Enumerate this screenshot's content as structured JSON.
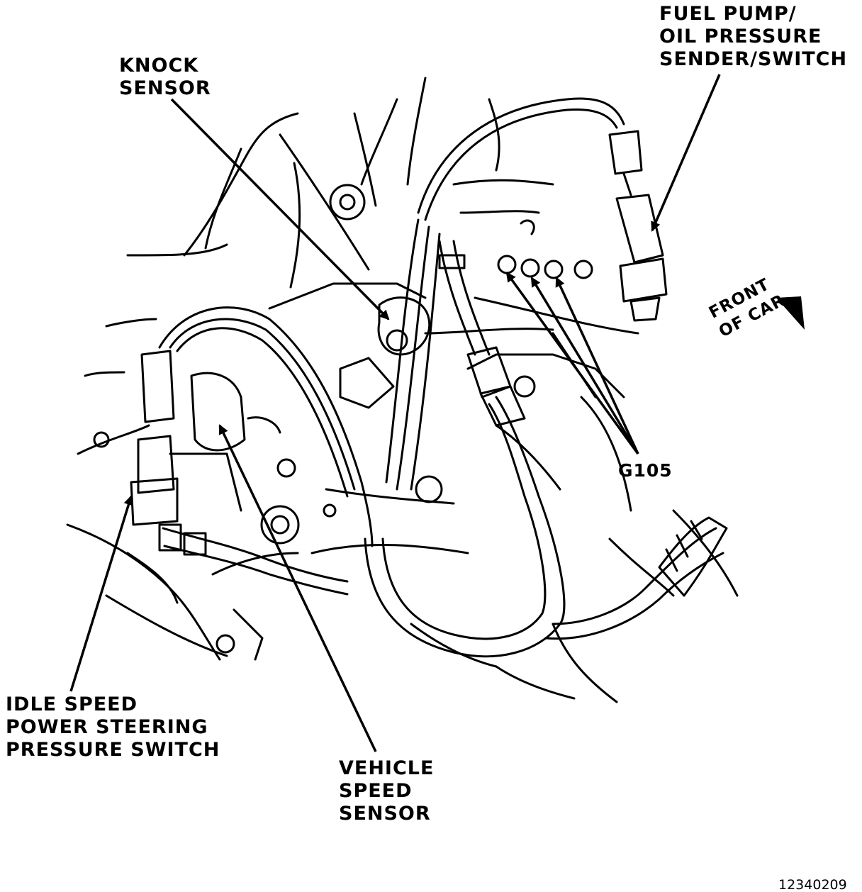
{
  "labels": {
    "knock_sensor": [
      "KNOCK",
      "SENSOR"
    ],
    "fuel_pump": [
      "FUEL PUMP/",
      "OIL PRESSURE",
      "SENDER/SWITCH"
    ],
    "idle_speed": [
      "IDLE SPEED",
      "POWER STEERING",
      "PRESSURE SWITCH"
    ],
    "vehicle_speed": [
      "VEHICLE",
      "SPEED",
      "SENSOR"
    ],
    "ground": "G105",
    "front_of_car": [
      "FRONT",
      "OF CAR"
    ]
  },
  "figure_number": "12340209",
  "colors": {
    "ink": "#000000",
    "paper": "#ffffff"
  }
}
